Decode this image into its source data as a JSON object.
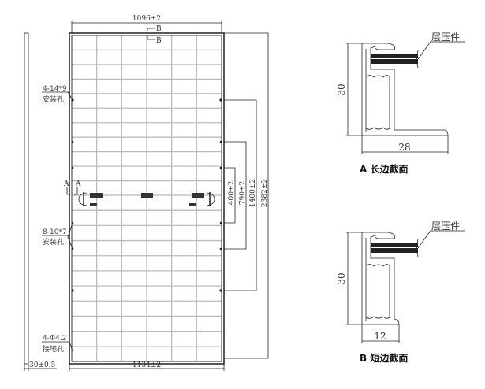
{
  "panel": {
    "width_dim": "1096±2",
    "outer_width_dim": "1134±2",
    "thickness_dim": "30±0.5",
    "section_mark": "B",
    "section_mark_a": "A",
    "mount_holes_1": {
      "spec": "4-14*9",
      "name": "安装孔"
    },
    "mount_holes_2": {
      "spec": "8-10*7",
      "name": "安装孔"
    },
    "ground_holes": {
      "spec": "4-Φ4.2",
      "name": "接地孔"
    },
    "vertical_dims": [
      "400±2",
      "790±2",
      "1400±2",
      "2382±2"
    ],
    "cell_columns": 6,
    "cell_rows": 22
  },
  "section_a": {
    "label": "层压件",
    "height_dim": "30",
    "width_dim": "28",
    "caption": "A 长边截面"
  },
  "section_b": {
    "label": "层压件",
    "height_dim": "30",
    "width_dim": "12",
    "caption": "B 短边截面"
  }
}
